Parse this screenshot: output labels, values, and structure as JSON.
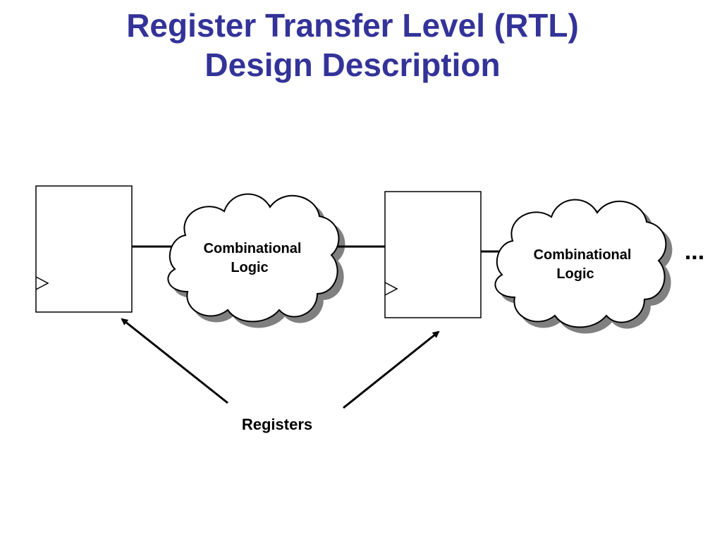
{
  "title": {
    "line1": "Register Transfer Level (RTL)",
    "line2": "Design Description"
  },
  "diagram": {
    "clouds": [
      {
        "line1": "Combinational",
        "line2": "Logic"
      },
      {
        "line1": "Combinational",
        "line2": "Logic"
      }
    ],
    "registers_label": "Registers",
    "continuation": "..."
  },
  "colors": {
    "title": "#333399",
    "cloud_shadow": "#808080",
    "stroke": "#000000"
  }
}
